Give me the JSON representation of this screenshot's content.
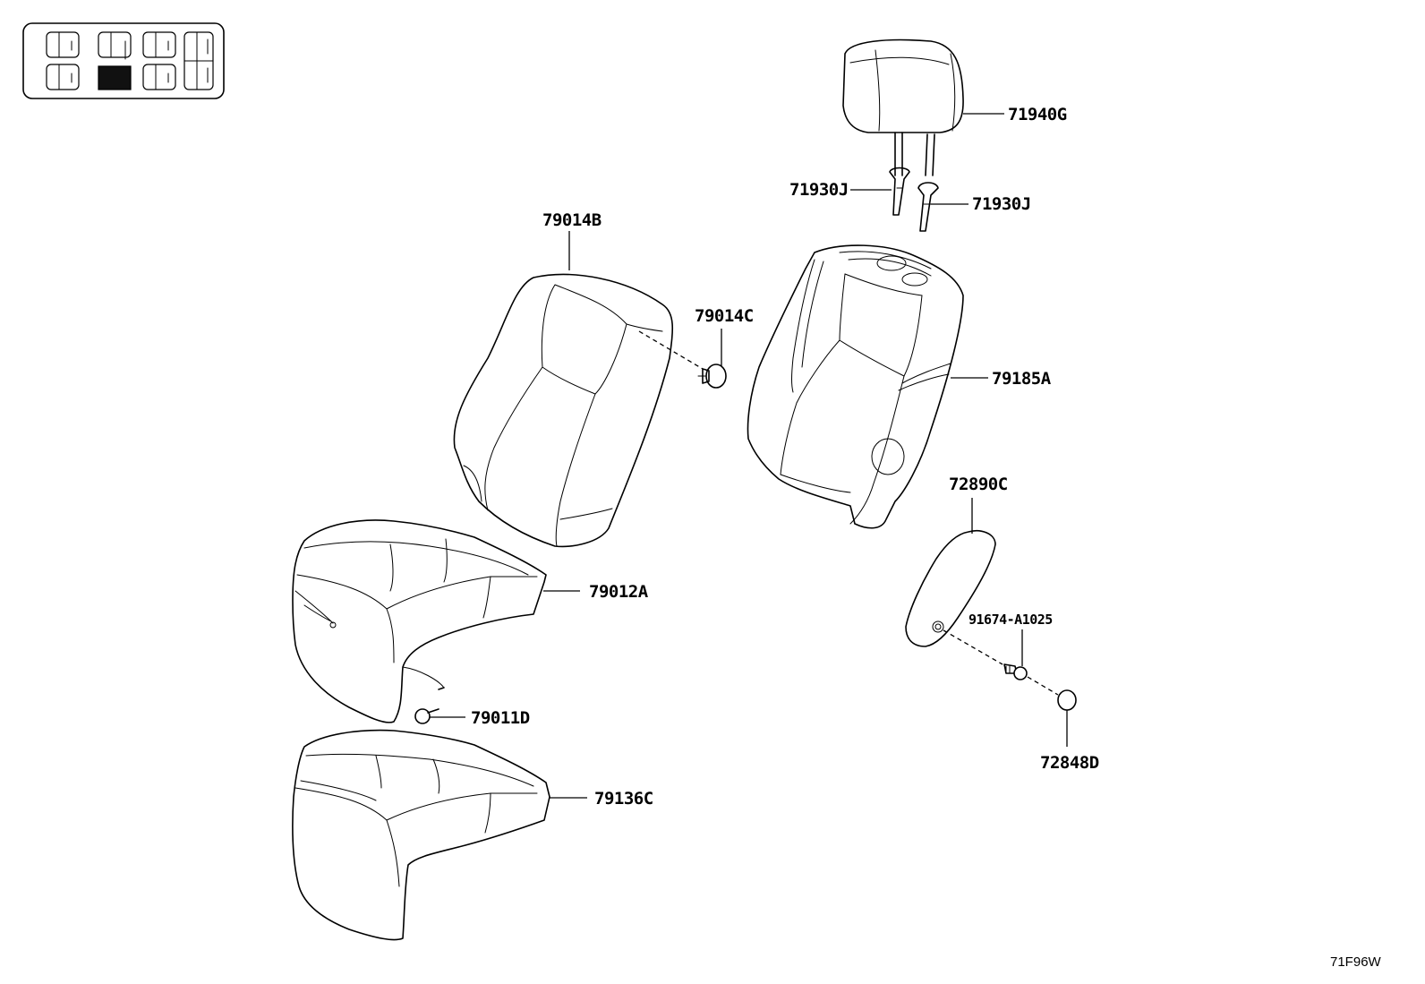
{
  "diagram": {
    "part_labels": {
      "p71940G": "71940G",
      "p71930J_left": "71930J",
      "p71930J_right": "71930J",
      "p79014B": "79014B",
      "p79014C": "79014C",
      "p79185A": "79185A",
      "p72890C": "72890C",
      "p79012A": "79012A",
      "p91674": "91674-A1025",
      "p79011D": "79011D",
      "p72848D": "72848D",
      "p79136C": "79136C"
    },
    "figure_code": "71F96W",
    "locator": {
      "icon": "seat-layout-locator-icon",
      "highlighted_seat": "second-row-left"
    }
  }
}
